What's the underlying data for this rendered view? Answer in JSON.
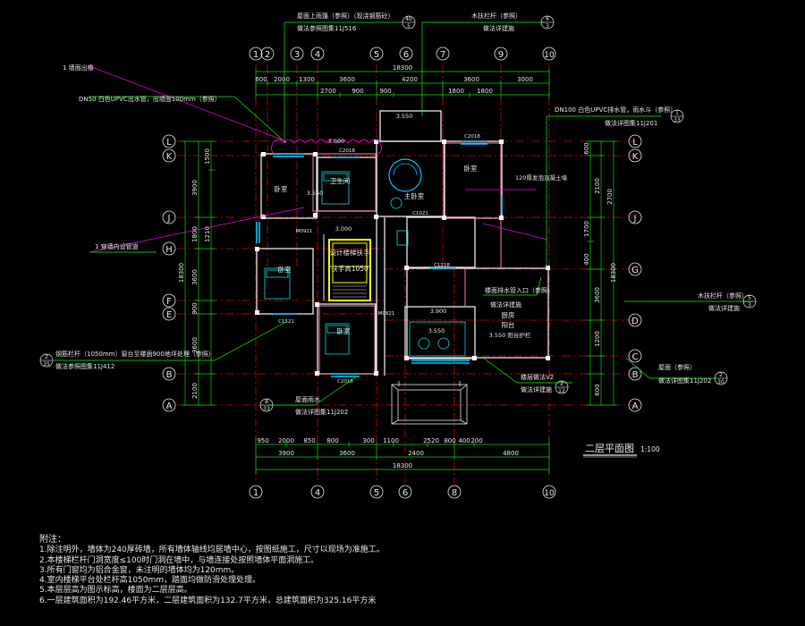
{
  "drawing": {
    "title": "二层平面图",
    "scale": "1:100",
    "colors": {
      "background": "#000000",
      "wall": "#e8e8e8",
      "column": "#ffffff",
      "axis": "#e00000",
      "dimension": "#00e000",
      "leader": "#00ff00",
      "callout": "#ff00ff",
      "room": "#00e0e0",
      "window": "#00c8ff",
      "stair": "#ffff00",
      "pink": "#ff7fa8",
      "text": "#e8e8e8"
    }
  },
  "axes": {
    "top": [
      "1",
      "2",
      "3",
      "4",
      "5",
      "6",
      "7",
      "9",
      "10"
    ],
    "bottom": [
      "1",
      "4",
      "5",
      "6",
      "8",
      "10"
    ],
    "left": [
      "L",
      "K",
      "J",
      "H",
      "F",
      "E",
      "B",
      "A"
    ],
    "right": [
      "L",
      "K",
      "J",
      "G",
      "D",
      "C",
      "B",
      "A"
    ]
  },
  "dimensions": {
    "top_total": "18300",
    "top_row": [
      "600",
      "2000",
      "1300",
      "3600",
      "4200",
      "3600",
      "3000"
    ],
    "top_sub": [
      "2700",
      "900",
      "900",
      "1800",
      "1800"
    ],
    "bottom_row1": [
      "950",
      "2000",
      "850",
      "800",
      "300",
      "1100",
      "2520",
      "800",
      "400",
      "200"
    ],
    "bottom_row2": [
      "3900",
      "3600",
      "2400",
      "4800"
    ],
    "bottom_total": "18300",
    "left_total": "18300",
    "left_segments": [
      "1500",
      "3900",
      "1800",
      "1210",
      "3600",
      "900",
      "3600",
      "2100"
    ],
    "right_total": "18300",
    "right_segments": [
      "600",
      "2100",
      "1700",
      "400",
      "3600",
      "1200",
      "2700",
      "600"
    ]
  },
  "rooms": [
    {
      "name": "卧室"
    },
    {
      "name": "卫生间"
    },
    {
      "name": "卧室"
    },
    {
      "name": "主卧室"
    },
    {
      "name": "卧室"
    },
    {
      "name": "厨房"
    },
    {
      "name": "卧室"
    },
    {
      "name": "阳台"
    }
  ],
  "labels": {
    "stair_note": "设计楼梯扶手",
    "stair_sub": "扶手高1050",
    "elev_a": "3.550",
    "elev_b": "3.000",
    "elev_c": "3.000",
    "elev_d": "3.550",
    "elev_e": "3.550",
    "elev_f": "3.900",
    "wall_note": "120厚发泡混凝土墙",
    "bay_note": "3.550 阳台护栏",
    "window_tags": [
      "C2018",
      "M0921",
      "C1021",
      "C2018",
      "M0821",
      "C1521",
      "C2018",
      "C1218"
    ]
  },
  "annotations": [
    {
      "text": "屋面上雨篷（参照）（现浇钢筋砼）",
      "sub": "做法参照图集11J516"
    },
    {
      "text": "木扶栏杆（参照）",
      "sub": "做法详建施"
    },
    {
      "text": "1 墙面出檐"
    },
    {
      "text": "DN50 白色UPVC出水管，出墙面100mm（参照）"
    },
    {
      "text": "DN100 白色UPVC排水管，雨水斗（参照）",
      "sub": "做法详图集11J201"
    },
    {
      "text": "1 穿墙内设管道"
    },
    {
      "text": "木扶栏杆（参照）",
      "sub": "做法详建施"
    },
    {
      "text": "钢筋栏杆（1050mm）窗台至楼面900地坪处理（参照）",
      "sub": "做法参照图集11J412"
    },
    {
      "text": "屋面雨水",
      "sub": "做法详图集11J202"
    },
    {
      "text": "屋面（参照）",
      "sub": "做法详图集11J202"
    },
    {
      "text": "楼面排水管入口（参照）",
      "sub": "做法详建施"
    },
    {
      "text": "楼层做法V2",
      "sub": "做法详建施"
    }
  ],
  "callout_marks": [
    {
      "top": "4b",
      "bottom": "5"
    },
    {
      "top": "6",
      "bottom": "3"
    },
    {
      "top": "1",
      "bottom": "33"
    },
    {
      "top": "5",
      "bottom": "3"
    },
    {
      "top": "2",
      "bottom": "35"
    },
    {
      "top": "8",
      "bottom": "33"
    },
    {
      "top": "2",
      "bottom": "30"
    },
    {
      "top": "2",
      "bottom": "12"
    }
  ],
  "notes": {
    "title": "附注：",
    "lines": [
      "1.除注明外，墙体为240厚砖墙，所有墙体轴线均居墙中心，按图纸施工，尺寸以现场为准施工。",
      "2.本楼梯栏杆门洞宽度≤100时门洞在墙中，与墙连接处按照墙体平面洞施工。",
      "3.所有门窗均为铝合金窗，未注明的墙体均为120mm。",
      "4.室内楼梯平台处栏杆高1050mm，踏面均做防滑处理处理。",
      "5.本层层高为图示标高，楼面为二层层高。",
      "6.一层建筑面积为192.46平方米，二层建筑面积为132.7平方米，总建筑面积为325.16平方米"
    ]
  }
}
